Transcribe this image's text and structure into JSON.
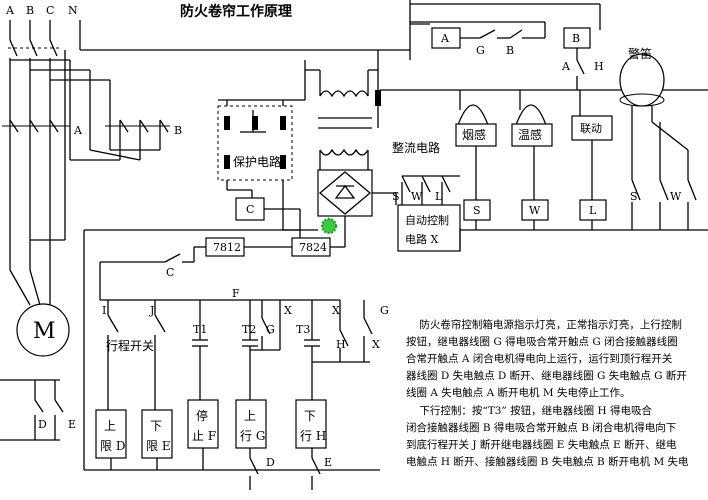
{
  "title": "防火卷帘工作原理",
  "phase_labels": [
    "A",
    "B",
    "C",
    "N"
  ],
  "switch_groups": {
    "left": "A",
    "right": "B"
  },
  "motor": "M",
  "protection": "保护电路",
  "rectifier": "整流电路",
  "regulators": [
    "7812",
    "7824"
  ],
  "auto_control": [
    "自动控制",
    "电路 X"
  ],
  "alarm": "警笛",
  "sensors": [
    "烟感",
    "温感",
    "联动"
  ],
  "sensor_boxes": [
    "S",
    "W",
    "L"
  ],
  "top_relays": {
    "a": "A",
    "b": "B"
  },
  "letters": {
    "g": "G",
    "h": "H",
    "s": "S",
    "w": "W",
    "l": "L",
    "c": "C",
    "f": "F",
    "i": "I",
    "j": "J",
    "x": "X",
    "d": "D",
    "e": "E",
    "t1": "T1",
    "t2": "T2",
    "t3": "T3"
  },
  "travel_switch": "行程开关",
  "coils": [
    {
      "line1": "上",
      "line2": "限 D"
    },
    {
      "line1": "下",
      "line2": "限 E"
    },
    {
      "line1": "停",
      "line2": "止 F"
    },
    {
      "line1": "上",
      "line2": "行 G"
    },
    {
      "line1": "下",
      "line2": "行 H"
    }
  ],
  "description": {
    "p1": [
      "    防火卷帘控制箱电源指示灯亮，正常指示灯亮，上行控制",
      "按钮，继电器线圈 G 得电吸合常开触点 G 闭合接触器线圈",
      "合常开触点 A 闭合电机得电向上运行，运行到顶行程开关",
      "器线圈 D 失电触点 D 断开、继电器线圈 G 失电触点 G 断开",
      "线圈 A 失电触点 A 断开电机 M 失电停止工作。"
    ],
    "p2": [
      "    下行控制：按“T3” 按钮，继电器线圈 H 得电吸合",
      "闭合接触器线圈 B 得电吸合常开触点 B 闭合电机得电向下",
      "到底行程开关 J 断开继电器线圈 E 失电触点 E 断开、继电",
      "电触点 H 断开、接触器线圈 B 失电触点 B 断开电机 M 失电"
    ]
  }
}
